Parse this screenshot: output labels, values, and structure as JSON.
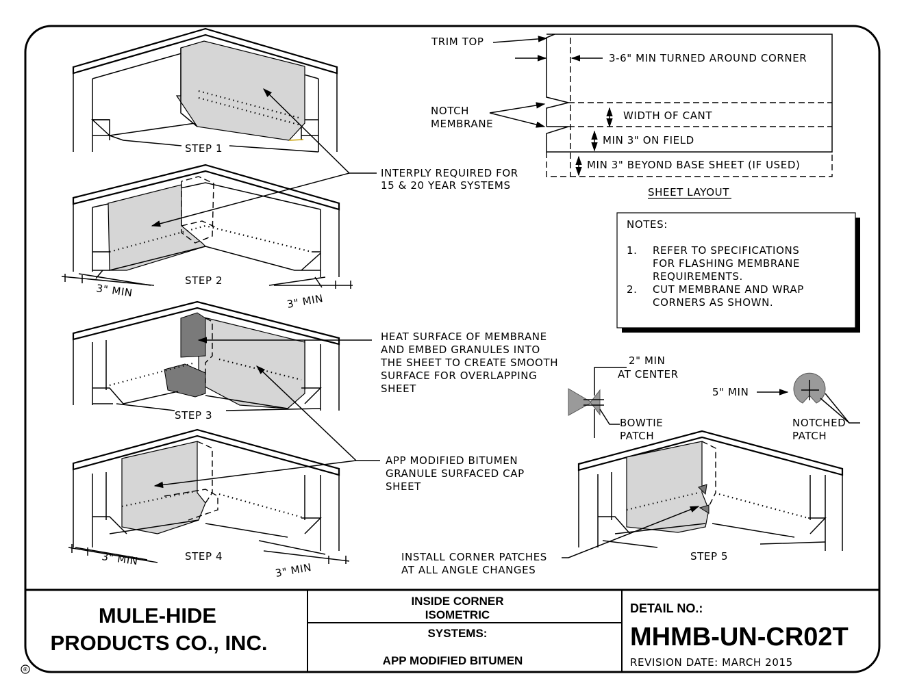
{
  "steps": {
    "step1": "STEP 1",
    "step2": "STEP 2",
    "step3": "STEP 3",
    "step4": "STEP 4",
    "step5": "STEP 5"
  },
  "dims": {
    "three_min": "3\" MIN"
  },
  "callouts": {
    "interply_1": "INTERPLY REQUIRED FOR",
    "interply_2": "15 & 20 YEAR SYSTEMS",
    "heat_1": "HEAT SURFACE OF MEMBRANE",
    "heat_2": "AND EMBED GRANULES INTO",
    "heat_3": "THE SHEET TO CREATE SMOOTH",
    "heat_4": "SURFACE FOR OVERLAPPING",
    "heat_5": "SHEET",
    "app_1": "APP MODIFIED BITUMEN",
    "app_2": "GRANULE SURFACED CAP",
    "app_3": "SHEET",
    "install_1": "INSTALL CORNER PATCHES",
    "install_2": "AT ALL ANGLE CHANGES"
  },
  "sheet_layout": {
    "trim_top": "TRIM TOP",
    "notch_1": "NOTCH",
    "notch_2": "MEMBRANE",
    "turned": "3-6\" MIN TURNED AROUND CORNER",
    "width_cant": "WIDTH OF CANT",
    "min_field": "MIN 3\" ON FIELD",
    "min_beyond": "MIN 3\" BEYOND BASE SHEET (IF USED)",
    "title": "SHEET LAYOUT"
  },
  "notes": {
    "heading": "NOTES:",
    "n1_num": "1.",
    "n1_a": "REFER TO SPECIFICATIONS",
    "n1_b": "FOR FLASHING MEMBRANE",
    "n1_c": "REQUIREMENTS.",
    "n2_num": "2.",
    "n2_a": "CUT MEMBRANE AND WRAP",
    "n2_b": "CORNERS AS SHOWN."
  },
  "patches": {
    "two_min": "2\" MIN",
    "at_center": "AT CENTER",
    "bowtie_1": "BOWTIE",
    "bowtie_2": "PATCH",
    "five_min": "5\" MIN",
    "notched_1": "NOTCHED",
    "notched_2": "PATCH"
  },
  "title_block": {
    "company_1": "MULE-HIDE",
    "company_2": "PRODUCTS CO., INC.",
    "registered": "®",
    "desc_1": "INSIDE CORNER",
    "desc_2": "ISOMETRIC",
    "systems_label": "SYSTEMS:",
    "systems_value": "APP MODIFIED BITUMEN",
    "detail_label": "DETAIL NO.:",
    "detail_no": "MHMB-UN-CR02T",
    "revision": "REVISION DATE: MARCH 2015"
  }
}
